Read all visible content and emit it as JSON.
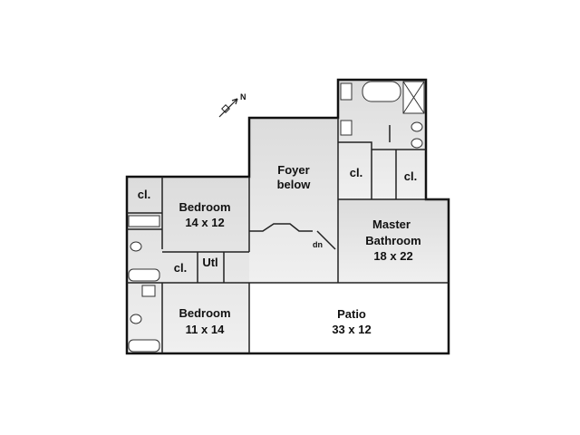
{
  "compass": {
    "label": "N"
  },
  "rooms": {
    "closet_nw": {
      "name": "cl."
    },
    "bedroom1": {
      "name": "Bedroom",
      "size": "14 x 12"
    },
    "closet_mid": {
      "name": "cl."
    },
    "utility": {
      "name": "Utl"
    },
    "bedroom2": {
      "name": "Bedroom",
      "size": "11 x 14"
    },
    "foyer": {
      "name": "Foyer",
      "sub": "below"
    },
    "stair": {
      "label": "dn"
    },
    "closet_master1": {
      "name": "cl."
    },
    "closet_master2": {
      "name": "cl."
    },
    "master": {
      "name": "Master",
      "sub": "Bathroom",
      "size": "18 x 22"
    },
    "patio": {
      "name": "Patio",
      "size": "33 x 12"
    }
  },
  "colors": {
    "room_fill": "#e6e6e6",
    "wall": "#111111",
    "patio_fill": "#ffffff"
  }
}
